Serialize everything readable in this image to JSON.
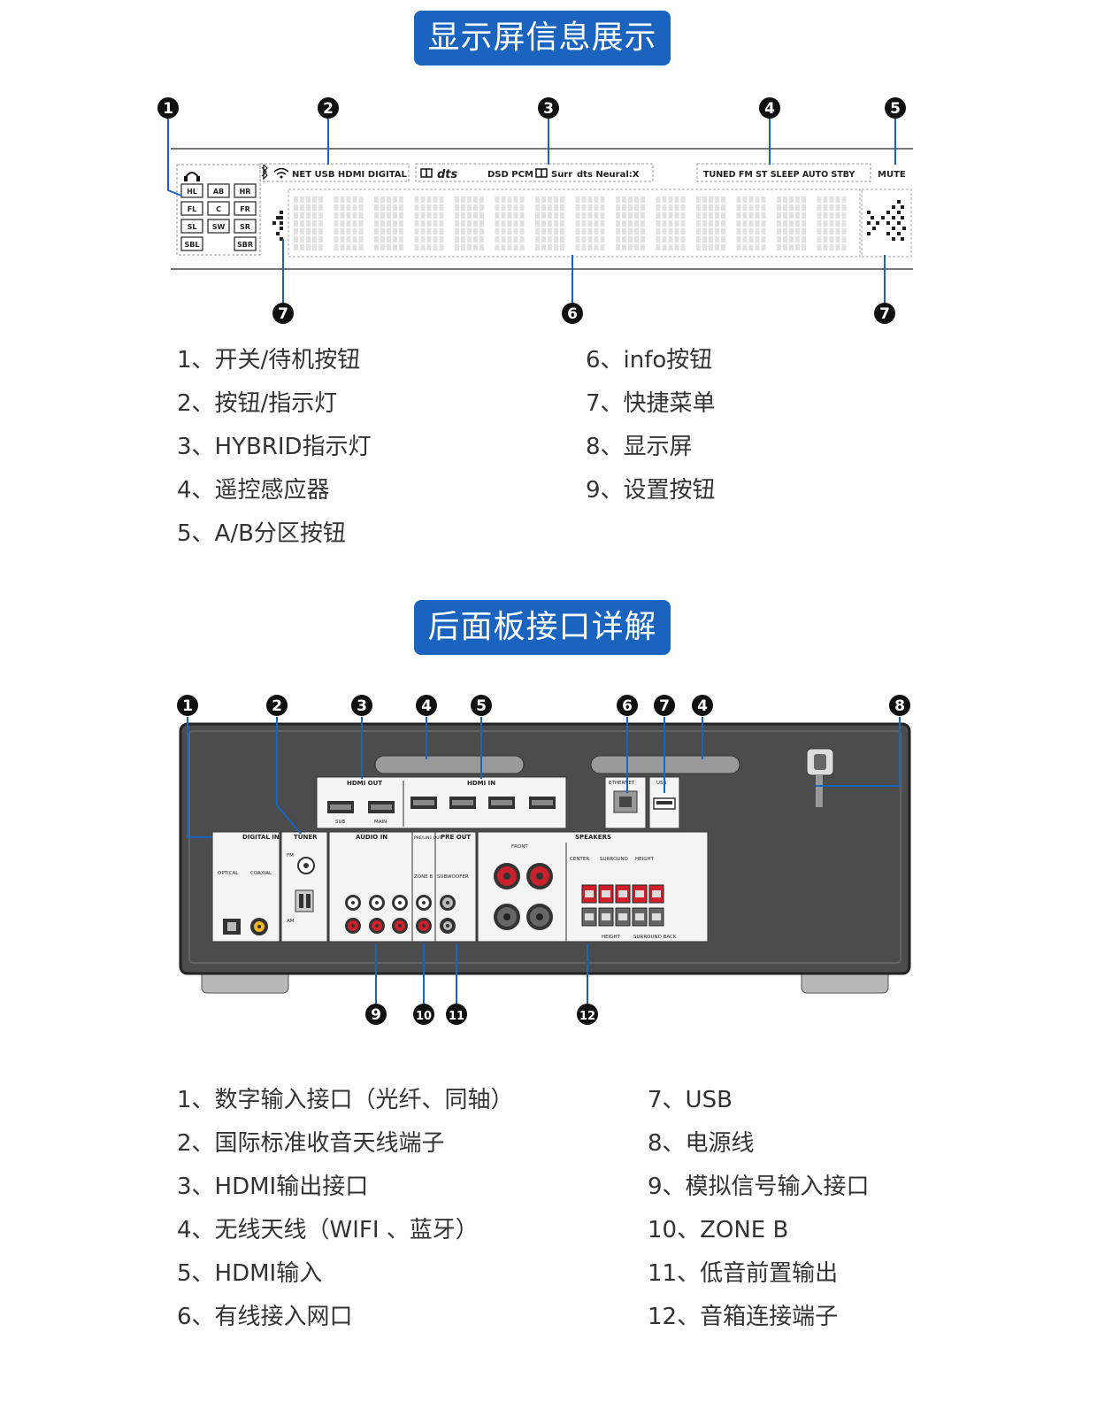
{
  "section1": {
    "title": "显示屏信息展示",
    "display": {
      "top_groups": [
        "NET USB HDMI DIGITAL",
        "dts",
        "DSD PCM",
        "Surr",
        "dts Neural:X",
        "TUNED FM ST SLEEP AUTO STBY",
        "MUTE"
      ],
      "channels": [
        "HL",
        "AB",
        "HR",
        "FL",
        "C",
        "FR",
        "SL",
        "SW",
        "SR",
        "SBL",
        "SBR"
      ]
    },
    "markers": [
      "1",
      "2",
      "3",
      "4",
      "5",
      "6",
      "7",
      "7"
    ],
    "legend_left": [
      "1、开关/待机按钮",
      "2、按钮/指示灯",
      "3、HYBRID指示灯",
      "4、遥控感应器",
      "5、A/B分区按钮"
    ],
    "legend_right": [
      "6、info按钮",
      "7、快捷菜单",
      "8、显示屏",
      "9、设置按钮"
    ]
  },
  "section2": {
    "title": "后面板接口详解",
    "panel_labels": {
      "hdmi_out": "HDMI OUT",
      "hdmi_in": "HDMI IN",
      "ethernet": "ETHERNET",
      "usb": "USB",
      "digital_in": "DIGITAL IN",
      "tuner": "TUNER",
      "audio_in": "AUDIO IN",
      "pre_line_out": "PRE/LINE OUT",
      "pre_out": "PRE OUT",
      "speakers": "SPEAKERS",
      "optical": "OPTICAL",
      "coaxial": "COAXIAL",
      "fm": "FM",
      "am": "AM",
      "front": "FRONT",
      "center": "CENTER",
      "surround": "SURROUND",
      "height": "HEIGHT",
      "subwoofer": "SUBWOOFER",
      "zone_b": "ZONE B",
      "hdmi_sub": "SUB",
      "hdmi_main": "MAIN",
      "height_back": "HEIGHT",
      "surround_back": "SURROUND BACK"
    },
    "markers_top": [
      "1",
      "2",
      "3",
      "4",
      "5",
      "6",
      "7",
      "4",
      "8"
    ],
    "markers_bottom": [
      "9",
      "10",
      "11",
      "12"
    ],
    "legend_left": [
      "1、数字输入接口（光纤、同轴）",
      "2、国际标准收音天线端子",
      "3、HDMI输出接口",
      "4、无线天线（WIFI 、蓝牙）",
      "5、HDMI输入",
      "6、有线接入网口"
    ],
    "legend_right": [
      "7、USB",
      "8、电源线",
      "9、模拟信号输入接口",
      "10、ZONE B",
      "11、低音前置输出",
      "12、音箱连接端子"
    ]
  }
}
